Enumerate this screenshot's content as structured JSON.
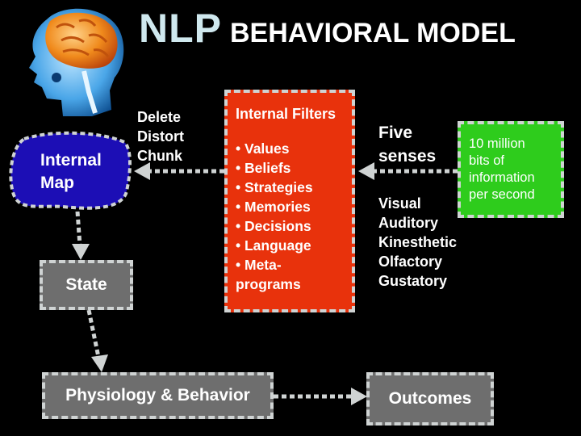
{
  "title": {
    "prefix": "NLP",
    "main": "BEHAVIORAL MODEL"
  },
  "image": {
    "icon": "brain-head-icon"
  },
  "filter_ops": [
    "Delete",
    "Distort",
    "Chunk"
  ],
  "internal_map": {
    "label_1": "Internal",
    "label_2": "Map"
  },
  "internal_filters": {
    "title": "Internal Filters",
    "items": [
      "• Values",
      "• Beliefs",
      "• Strategies",
      "• Memories",
      "• Decisions",
      "• Language",
      "• Meta-",
      "programs"
    ]
  },
  "five_senses": {
    "title_1": "Five",
    "title_2": "senses"
  },
  "senses": [
    "Visual",
    "Auditory",
    "Kinesthetic",
    "Olfactory",
    "Gustatory"
  ],
  "information": {
    "lines": [
      "10 million",
      "bits of",
      "information",
      "per second"
    ]
  },
  "state": {
    "label": "State"
  },
  "physiology": {
    "label": "Physiology & Behavior"
  },
  "outcomes": {
    "label": "Outcomes"
  },
  "colors": {
    "filters": "#e8320c",
    "information": "#2ecc1c",
    "internal_map": "#1c0eb5",
    "boxes": "#6e6e6e",
    "arrows": "#cfd3d3"
  }
}
